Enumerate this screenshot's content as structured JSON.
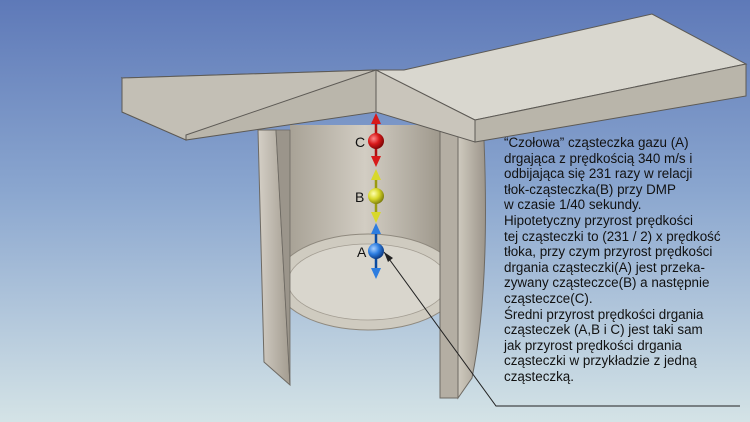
{
  "colors": {
    "background_top": "#5e79b8",
    "background_bottom": "#d4e3e6",
    "piston_top": "#d9d7cf",
    "piston_side": "#bcb8ad",
    "cylinder_wall": "#b8b1a6",
    "particle_a": "#2d7de0",
    "particle_b": "#d8d82a",
    "particle_c": "#d81a1a"
  },
  "particles": {
    "c": {
      "label": "C",
      "icon": "red-sphere-double-arrow"
    },
    "b": {
      "label": "B",
      "icon": "yellow-sphere-double-arrow"
    },
    "a": {
      "label": "A",
      "icon": "blue-sphere-double-arrow"
    }
  },
  "description": {
    "lines": [
      "“Czołowa” cząsteczka gazu (A)",
      "drgająca z prędkością 340 m/s i",
      "odbijająca się 231 razy w relacji",
      "tłok-cząsteczka(B) przy DMP",
      "w czasie 1/40 sekundy.",
      "Hipotetyczny przyrost prędkości",
      "tej cząsteczki to (231 / 2) x prędkość",
      "tłoka, przy czym przyrost prędkości",
      "drgania cząsteczki(A) jest przeka-",
      "zywany cząsteczce(B) a następnie",
      "cząsteczce(C).",
      "Średni przyrost prędkości drgania",
      "cząsteczek (A,B i C) jest taki sam",
      "jak przyrost prędkości drgania",
      "cząsteczki w przykładzie z jedną",
      "cząsteczką."
    ]
  }
}
